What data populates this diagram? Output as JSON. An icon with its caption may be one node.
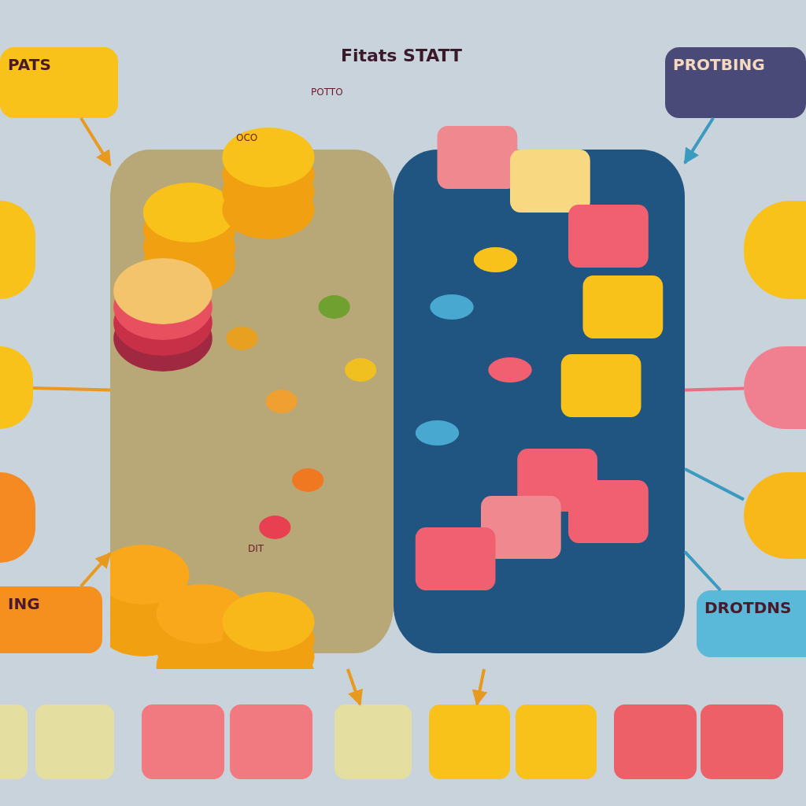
{
  "diagram": {
    "title": "Fitats STATT",
    "nodes": [
      {
        "text": [
          "PATS"
        ]
      },
      {
        "text": [
          "PROTBING"
        ]
      },
      {
        "text": [],
        "shape": "circle"
      },
      {
        "text": [],
        "shape": "circle"
      },
      {
        "text": [],
        "shape": "circle"
      },
      {
        "text": [
          "ING"
        ]
      },
      {
        "text": [],
        "shape": "circle"
      },
      {
        "text": [],
        "shape": "circle"
      },
      {
        "text": [],
        "shape": "circle"
      },
      {
        "text": [
          "DROTDNS"
        ]
      },
      {
        "text": [],
        "shape": "picture"
      },
      {
        "text": [],
        "shape": "picture"
      },
      {
        "text": [],
        "shape": "box"
      },
      {
        "text": [],
        "shape": "box"
      },
      {
        "text": [],
        "shape": "box"
      },
      {
        "text": [],
        "shape": "box"
      },
      {
        "text": [],
        "shape": "box"
      },
      {
        "text": [],
        "shape": "box"
      },
      {
        "text": [],
        "shape": "box"
      },
      {
        "text": [],
        "shape": "box"
      },
      {
        "text": [],
        "shape": "box"
      }
    ],
    "edges": [
      {
        "from": 0,
        "to": 10,
        "arrow": "to",
        "color": "#e89a20"
      },
      {
        "from": 1,
        "to": 11,
        "arrow": "to",
        "color": "#3a9ac0"
      },
      {
        "from": 3,
        "to": 10,
        "arrow": "none",
        "color": "#e89a20"
      },
      {
        "from": 5,
        "to": 10,
        "arrow": "to",
        "color": "#e89a20"
      },
      {
        "from": 7,
        "to": 11,
        "arrow": "none",
        "color": "#e87080"
      },
      {
        "from": 8,
        "to": 11,
        "arrow": "none",
        "color": "#3a9ac0"
      },
      {
        "from": 9,
        "to": 11,
        "arrow": "none",
        "color": "#3a9ac0"
      },
      {
        "from": 10,
        "to": 16,
        "arrow": "to",
        "color": "#e89a20"
      },
      {
        "from": 11,
        "to": 17,
        "arrow": "to",
        "color": "#e89a20"
      }
    ],
    "labels": [
      "POTTO",
      "OCO",
      "DIT"
    ]
  }
}
